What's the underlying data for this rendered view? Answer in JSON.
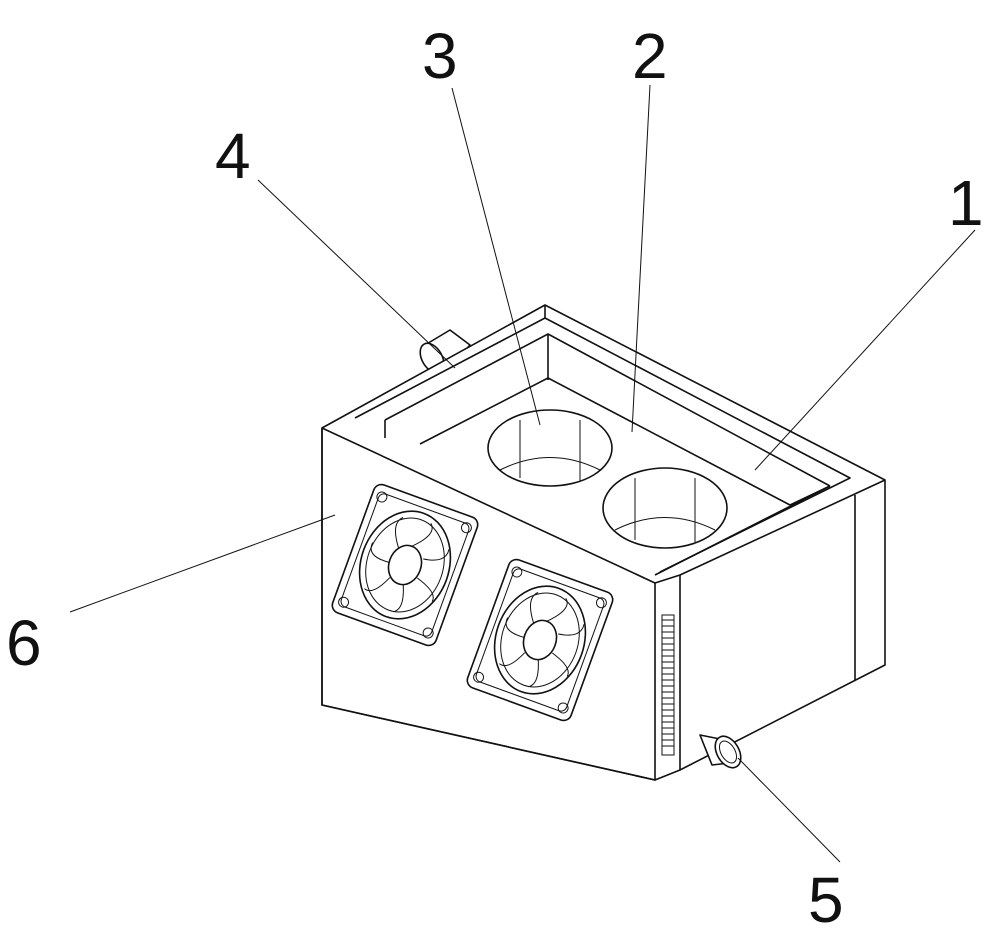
{
  "figure": {
    "labels": {
      "l1": "1",
      "l2": "2",
      "l3": "3",
      "l4": "4",
      "l5": "5",
      "l6": "6"
    },
    "colors": {
      "line": "#111111",
      "background": "#ffffff"
    }
  }
}
